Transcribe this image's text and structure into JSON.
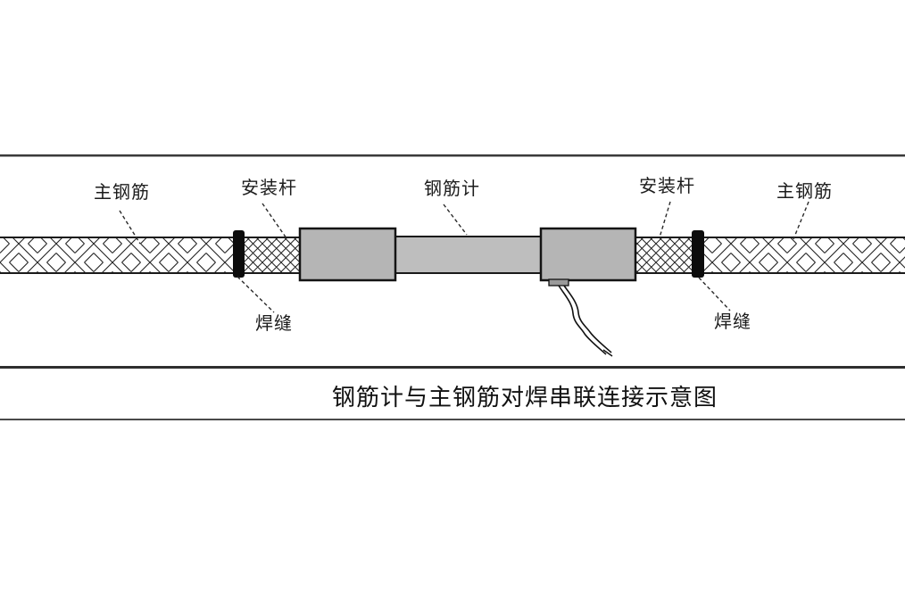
{
  "diagram": {
    "labels": {
      "main_rebar_left": "主钢筋",
      "install_rod_left": "安装杆",
      "gauge": "钢筋计",
      "install_rod_right": "安装杆",
      "main_rebar_right": "主钢筋",
      "weld_left": "焊缝",
      "weld_right": "焊缝"
    },
    "caption": "钢筋计与主钢筋对焊串联连接示意图",
    "components": {
      "gauge_body": "rebar strain gauge body",
      "couplers": "installation rod couplers",
      "weld_marks": "butt weld seams",
      "cable": "signal cable"
    },
    "colors": {
      "background": "#ffffff",
      "line": "#1a1a1a",
      "block_fill": "#b5b5b5",
      "bar_fill": "#bebebe",
      "weld_fill": "#0c0c0c",
      "frame_line": "#3a3a3a"
    }
  }
}
